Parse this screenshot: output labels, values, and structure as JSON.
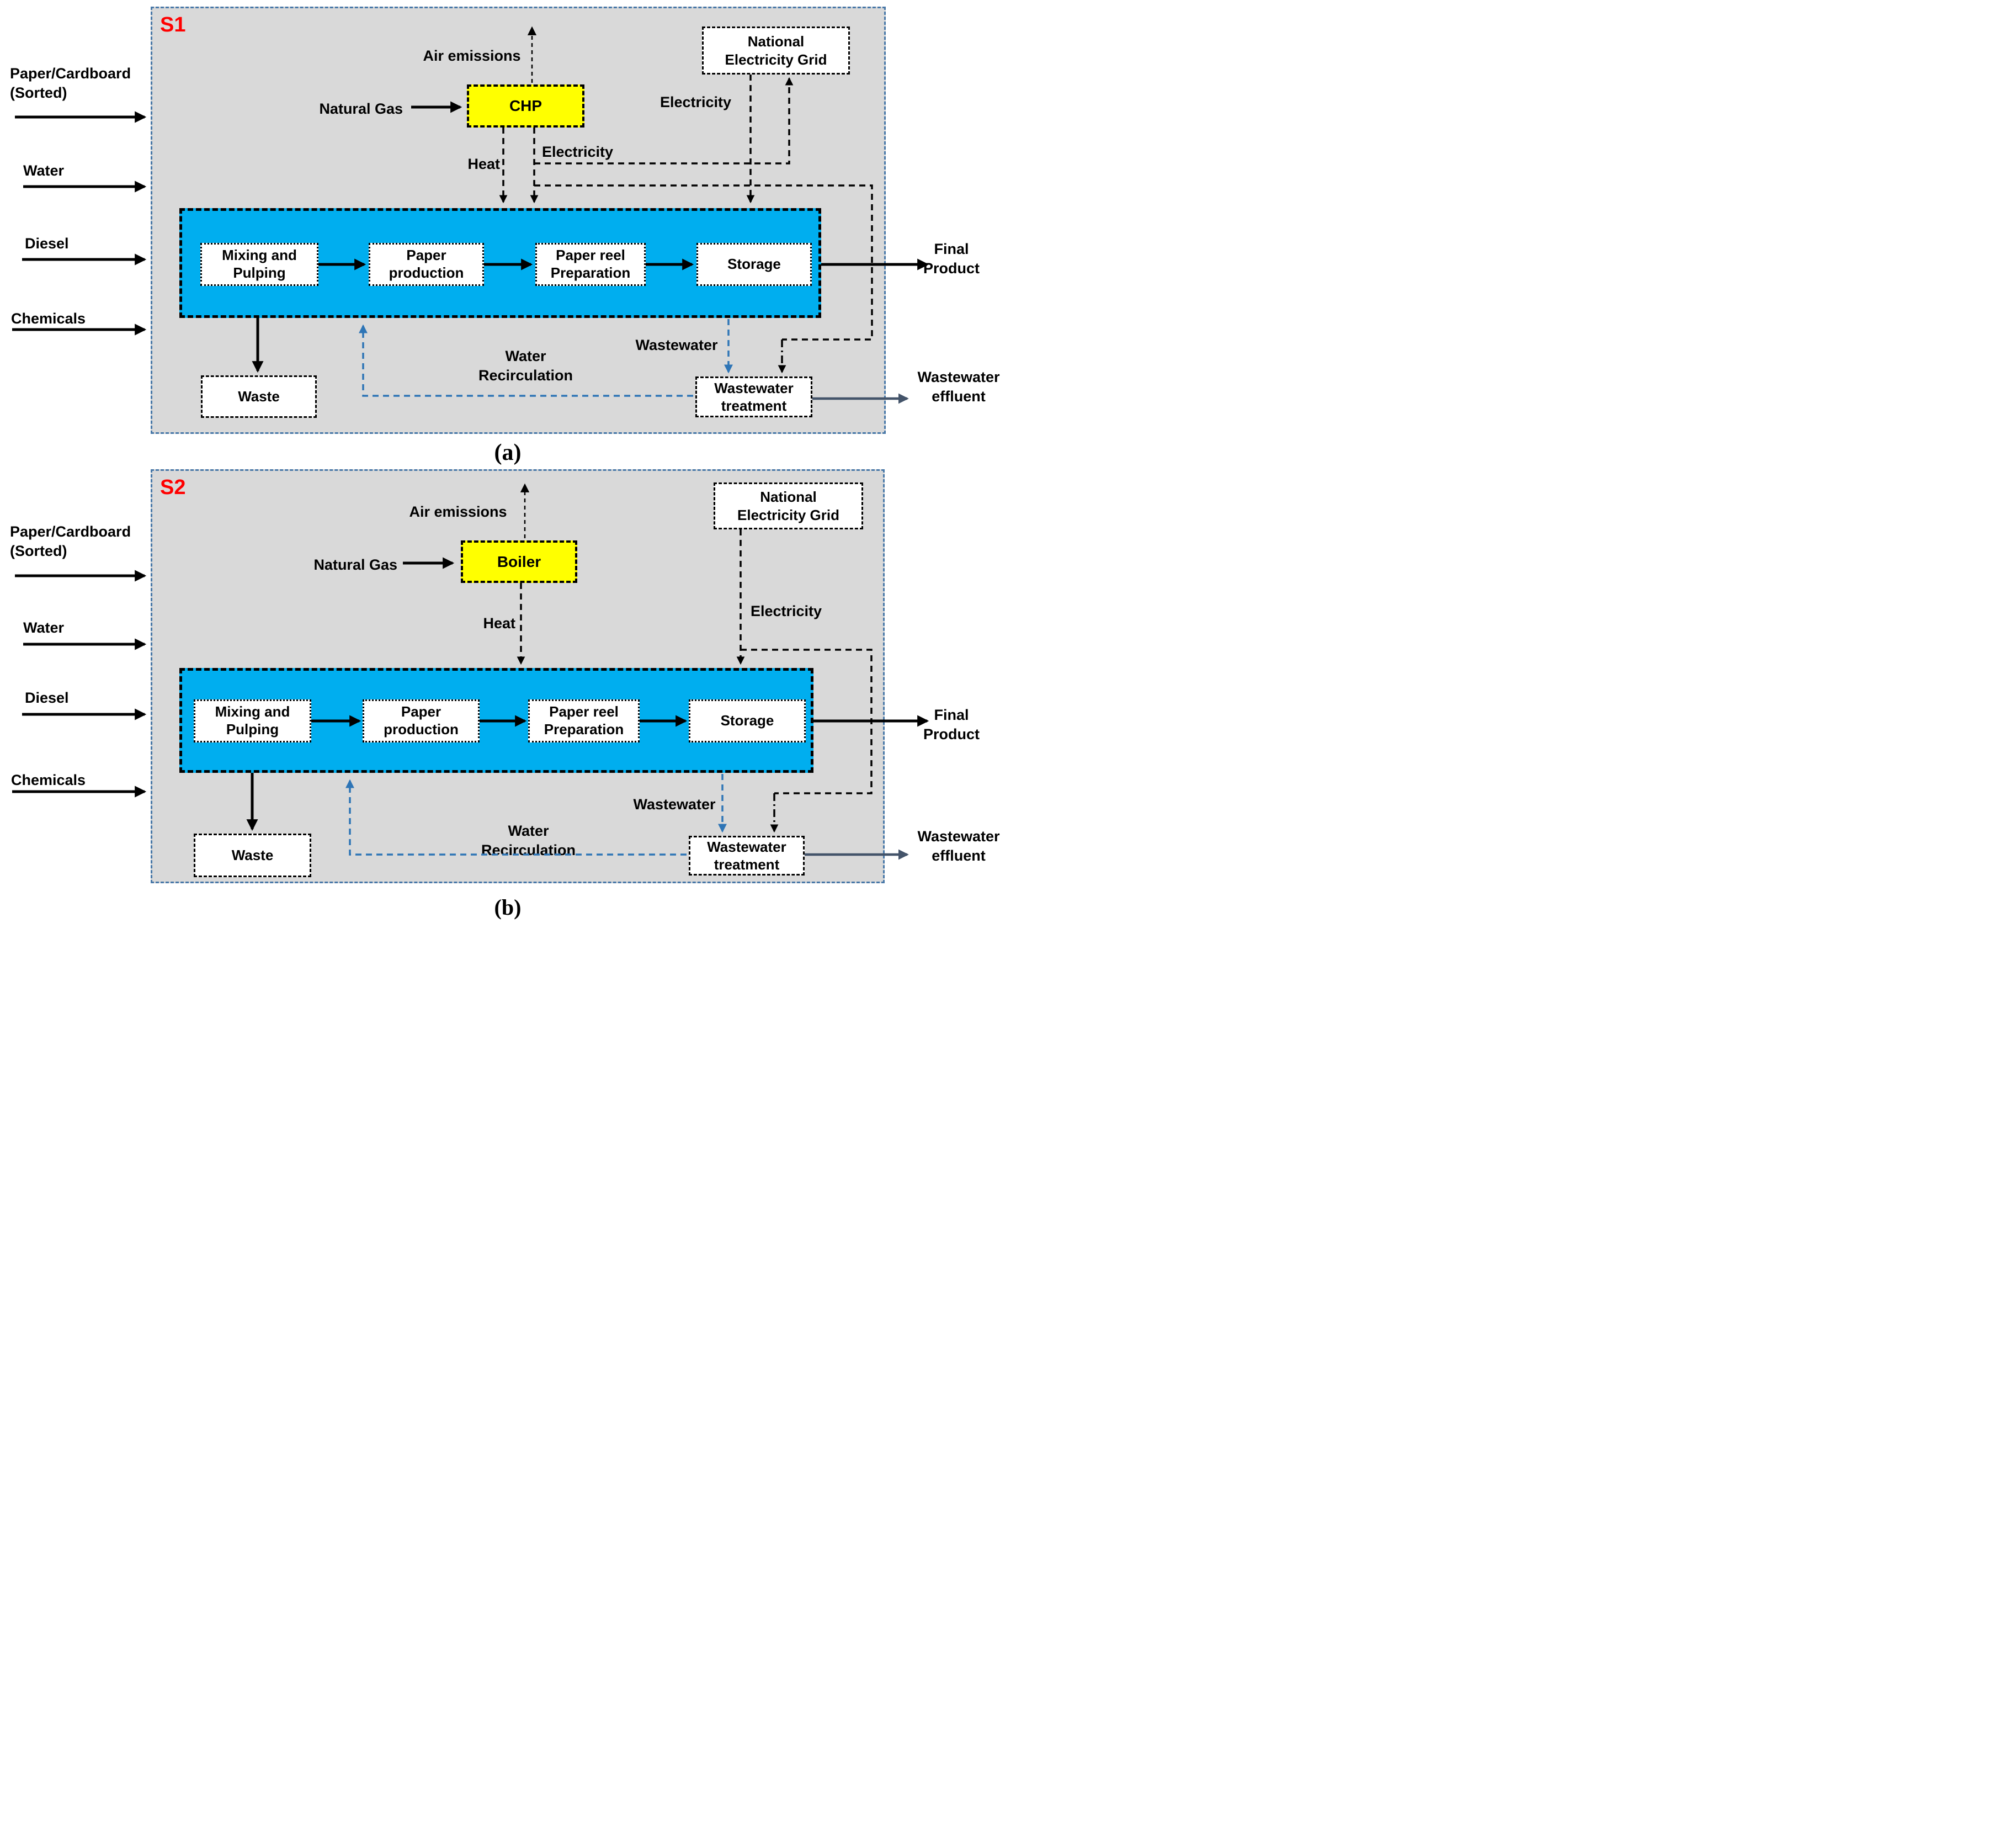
{
  "colors": {
    "panel_bg": "#D9D9D9",
    "process_blue": "#00AEEF",
    "unit_yellow": "#FFFF00",
    "panel_border_blue": "#4878A8",
    "scenario_red": "#FF0000",
    "recirculation_blue": "#2E75B6",
    "effluent_gray": "#44546A"
  },
  "panel_a": {
    "scenario": "S1",
    "caption": "(a)",
    "inputs": [
      {
        "line1": "Paper/Cardboard",
        "line2": "(Sorted)"
      },
      {
        "line1": "Water",
        "line2": ""
      },
      {
        "line1": "Diesel",
        "line2": ""
      },
      {
        "line1": "Chemicals",
        "line2": ""
      }
    ],
    "natural_gas_label": "Natural Gas",
    "energy_unit_label": "CHP",
    "air_emissions_label": "Air emissions",
    "heat_label": "Heat",
    "chp_electricity_label": "Electricity",
    "grid_electricity_label": "Electricity",
    "grid_box": {
      "line1": "National",
      "line2": "Electricity Grid"
    },
    "steps": [
      {
        "line1": "Mixing and",
        "line2": "Pulping"
      },
      {
        "line1": "Paper",
        "line2": "production"
      },
      {
        "line1": "Paper reel",
        "line2": "Preparation"
      },
      {
        "line1": "Storage",
        "line2": ""
      }
    ],
    "final_product": {
      "line1": "Final",
      "line2": "Product"
    },
    "waste_label": "Waste",
    "water_recirculation": {
      "line1": "Water",
      "line2": "Recirculation"
    },
    "wastewater_label": "Wastewater",
    "wastewater_treatment": {
      "line1": "Wastewater",
      "line2": "treatment"
    },
    "wastewater_effluent": {
      "line1": "Wastewater",
      "line2": "effluent"
    }
  },
  "panel_b": {
    "scenario": "S2",
    "caption": "(b)",
    "inputs": [
      {
        "line1": "Paper/Cardboard",
        "line2": "(Sorted)"
      },
      {
        "line1": "Water",
        "line2": ""
      },
      {
        "line1": "Diesel",
        "line2": ""
      },
      {
        "line1": "Chemicals",
        "line2": ""
      }
    ],
    "natural_gas_label": "Natural Gas",
    "energy_unit_label": "Boiler",
    "air_emissions_label": "Air emissions",
    "heat_label": "Heat",
    "grid_electricity_label": "Electricity",
    "grid_box": {
      "line1": "National",
      "line2": "Electricity Grid"
    },
    "steps": [
      {
        "line1": "Mixing and",
        "line2": "Pulping"
      },
      {
        "line1": "Paper",
        "line2": "production"
      },
      {
        "line1": "Paper reel",
        "line2": "Preparation"
      },
      {
        "line1": "Storage",
        "line2": ""
      }
    ],
    "final_product": {
      "line1": "Final",
      "line2": "Product"
    },
    "waste_label": "Waste",
    "water_recirculation": {
      "line1": "Water",
      "line2": "Recirculation"
    },
    "wastewater_label": "Wastewater",
    "wastewater_treatment": {
      "line1": "Wastewater",
      "line2": "treatment"
    },
    "wastewater_effluent": {
      "line1": "Wastewater",
      "line2": "effluent"
    }
  }
}
